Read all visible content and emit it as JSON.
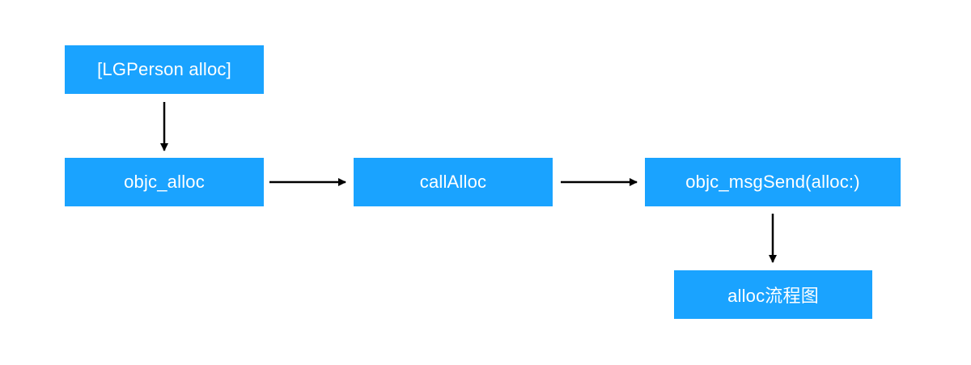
{
  "colors": {
    "node_fill": "#1aa3ff",
    "node_text": "#ffffff",
    "arrow": "#000000",
    "background": "#ffffff"
  },
  "nodes": {
    "start": "[LGPerson alloc]",
    "objc_alloc": "objc_alloc",
    "call_alloc": "callAlloc",
    "msg_send": "objc_msgSend(alloc:)",
    "result": "alloc流程图"
  }
}
